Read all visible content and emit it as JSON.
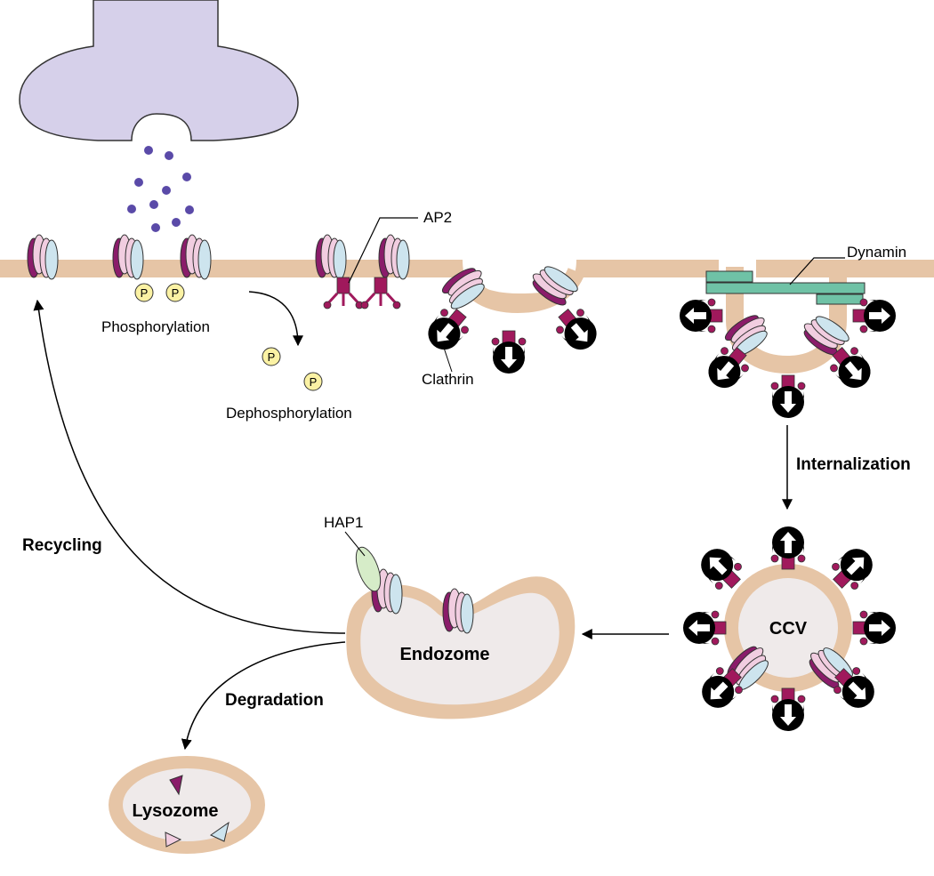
{
  "labels": {
    "ap2": "AP2",
    "dynamin": "Dynamin",
    "phosphorylation": "Phosphorylation",
    "dephosphorylation": "Dephosphorylation",
    "clathrin": "Clathrin",
    "internalization": "Internalization",
    "recycling": "Recycling",
    "hap1": "HAP1",
    "endozome": "Endozome",
    "ccv": "CCV",
    "degradation": "Degradation",
    "lysozome": "Lysozome",
    "phosphate": "P"
  },
  "colors": {
    "presynaptic": "#d6d0ea",
    "transmitter": "#5a4aa8",
    "membrane": "#e6c5a6",
    "organelle_fill": "#efeaea",
    "subunit_purple": "#8a1c6a",
    "subunit_pink": "#f1cde0",
    "subunit_blue": "#cde4ee",
    "ap2_magenta": "#a0195c",
    "clathrin_black": "#000000",
    "dynamin_green": "#6fc2a6",
    "hap1_green": "#d6ecc8",
    "phosphate_yellow": "#fbf2a4"
  }
}
